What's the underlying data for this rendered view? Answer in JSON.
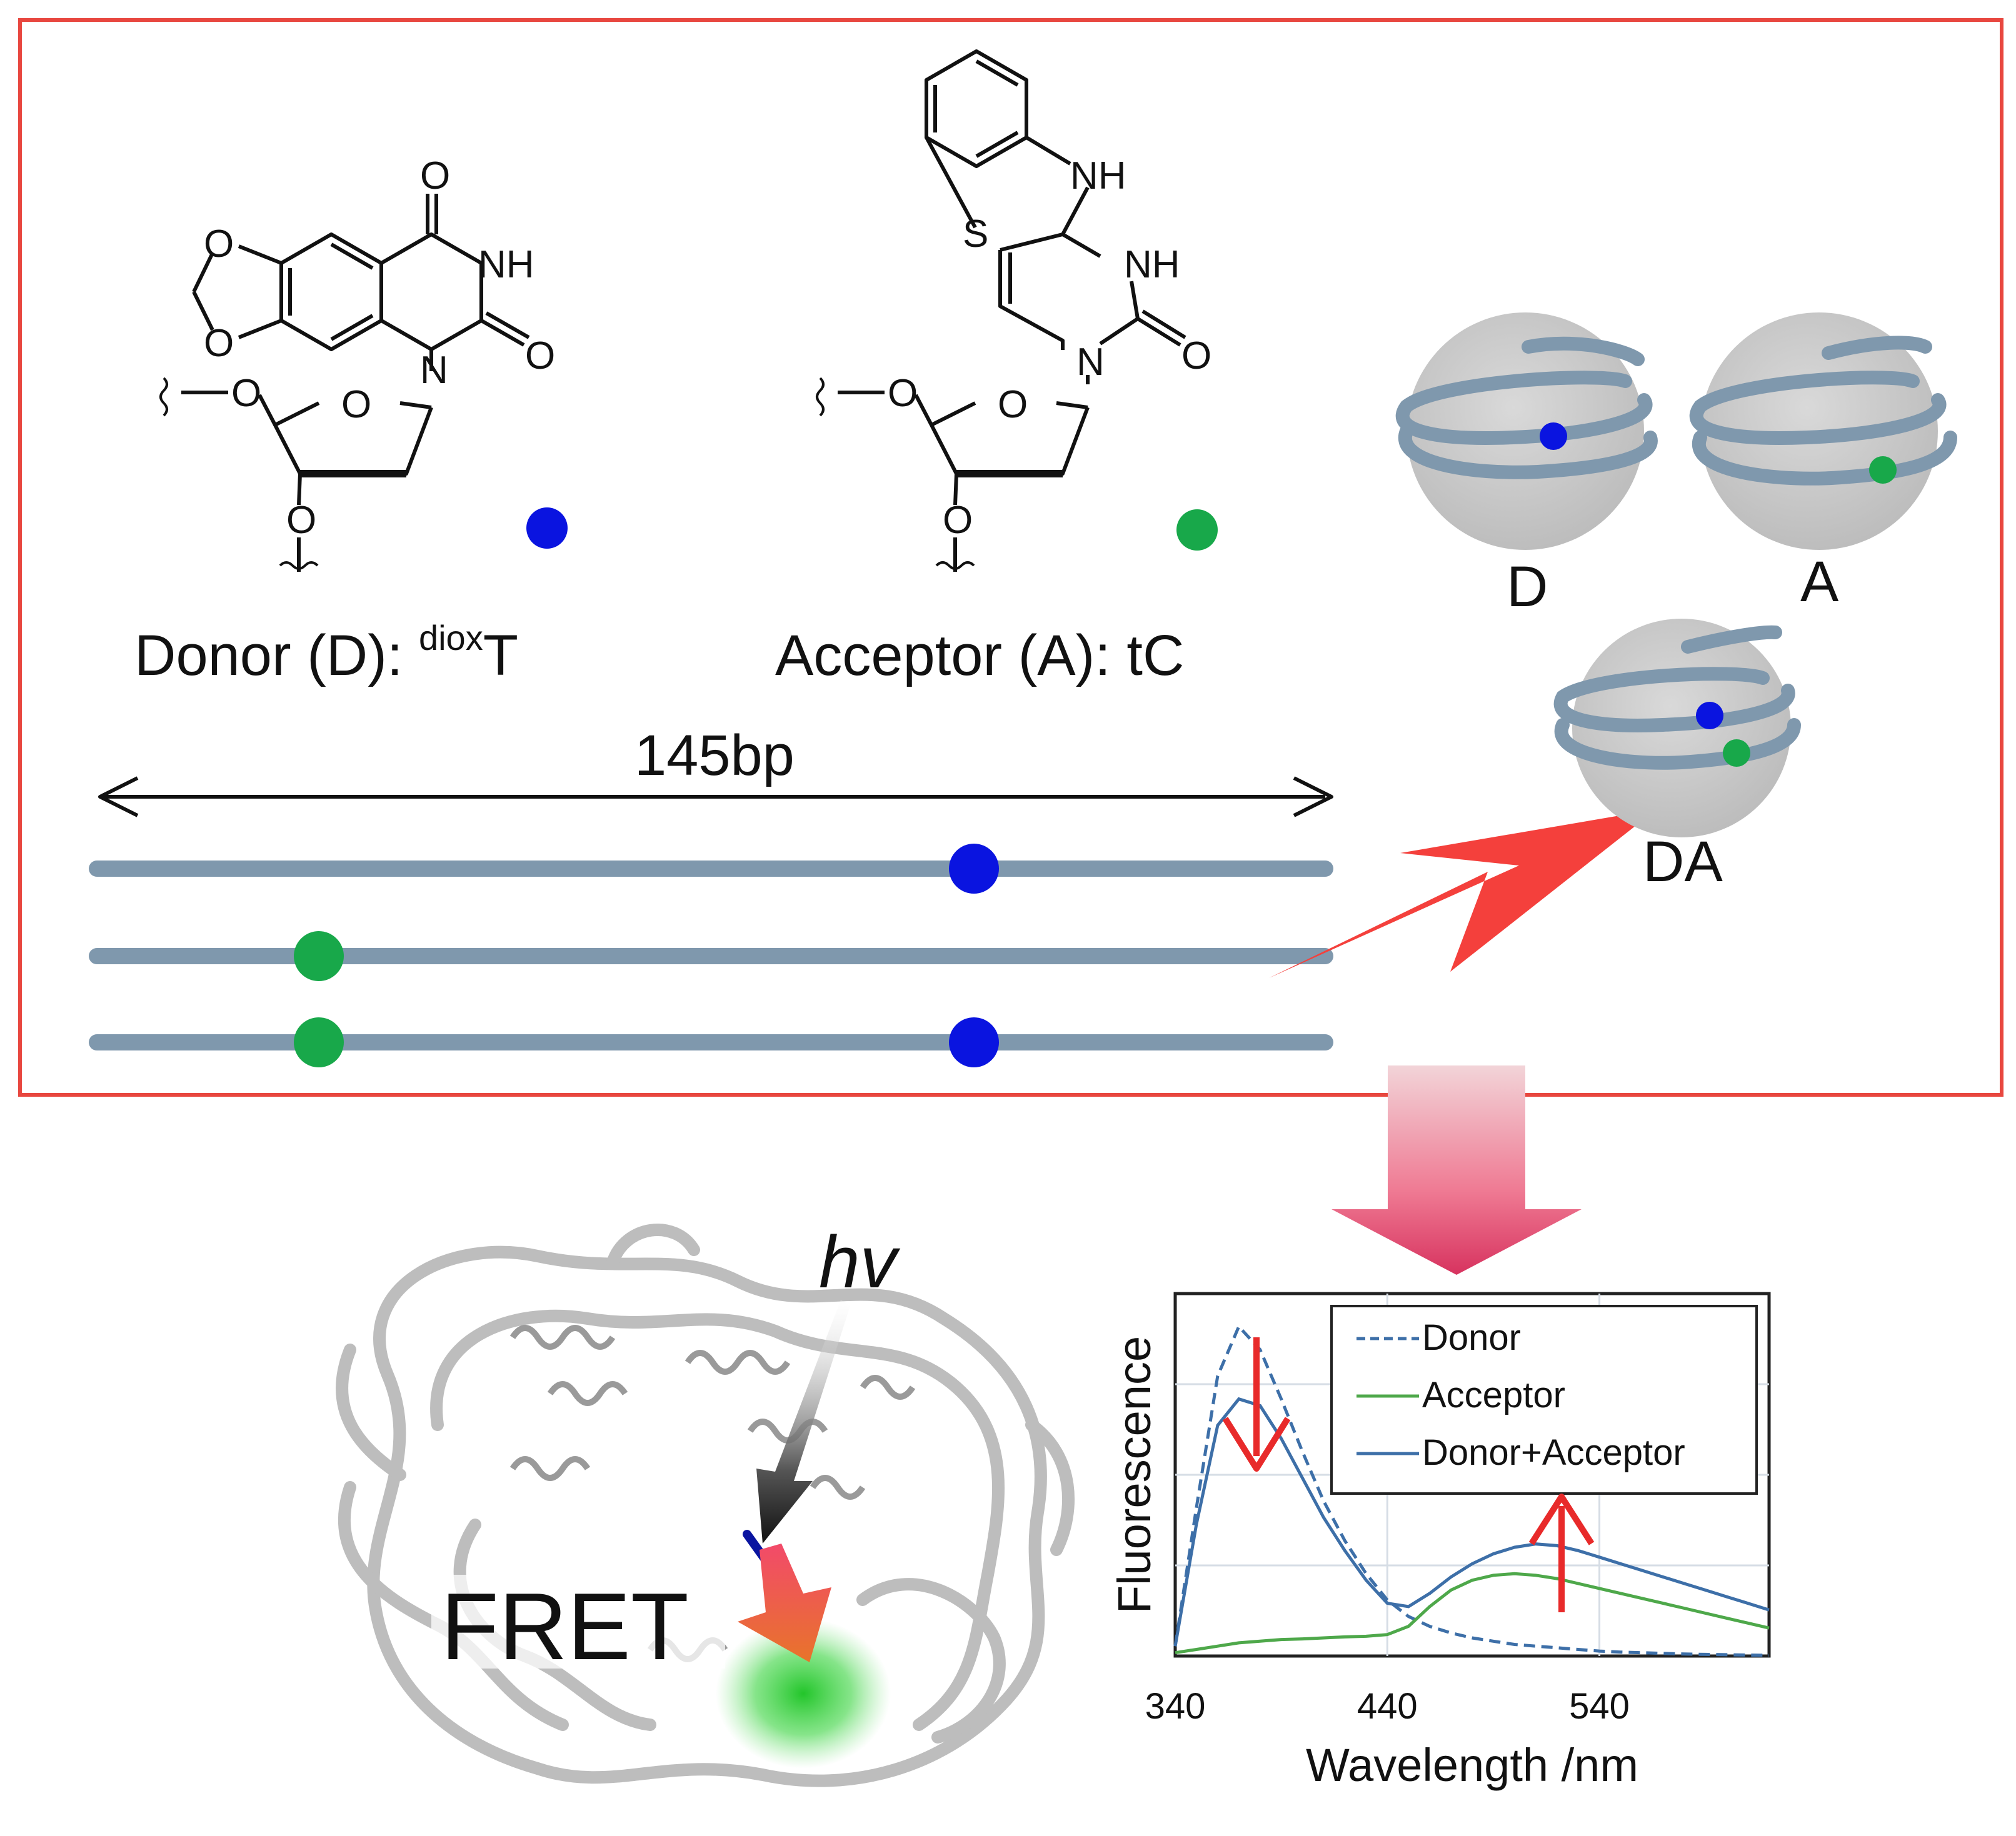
{
  "donor": {
    "label": "Donor (D): ",
    "label_sup": "diox",
    "label_tail": "T",
    "color": "#0a14e0",
    "atoms": {
      "o_top": "O",
      "nh": "NH",
      "o_right": "O",
      "n": "N",
      "o_ring1": "O",
      "o_ring2": "O",
      "o_5": "O",
      "o_sugar": "O",
      "o_3": "O"
    }
  },
  "acceptor": {
    "label": "Acceptor (A): tC",
    "color": "#18a84a",
    "atoms": {
      "nh_top": "NH",
      "s": "S",
      "nh": "NH",
      "o_right": "O",
      "n": "N",
      "o_5": "O",
      "o_sugar": "O",
      "o_3": "O"
    }
  },
  "dna_length": "145bp",
  "dna_color": "#7f98ad",
  "frame_color": "#e8473f",
  "nucleosomes": {
    "d": "D",
    "a": "A",
    "da": "DA"
  },
  "structure": {
    "hv": "hv",
    "fret": "FRET"
  },
  "chart_data": {
    "type": "line",
    "title": "",
    "xlabel": "Wavelength /nm",
    "ylabel": "Fluorescence",
    "xlim": [
      340,
      620
    ],
    "ylim": [
      0,
      1.1
    ],
    "xticks": [
      340,
      440,
      540
    ],
    "grid": true,
    "legend_position": "top-right",
    "series": [
      {
        "name": "Donor",
        "style": "dashed",
        "color": "#3d6fa8",
        "x": [
          340,
          350,
          360,
          370,
          380,
          390,
          400,
          410,
          420,
          430,
          440,
          450,
          460,
          470,
          480,
          490,
          500,
          510,
          520,
          530,
          540,
          550,
          560,
          570,
          580,
          590,
          600,
          610,
          620
        ],
        "values": [
          0.03,
          0.45,
          0.85,
          1.0,
          0.93,
          0.78,
          0.62,
          0.47,
          0.35,
          0.25,
          0.17,
          0.12,
          0.09,
          0.07,
          0.055,
          0.045,
          0.035,
          0.03,
          0.025,
          0.02,
          0.015,
          0.012,
          0.01,
          0.008,
          0.006,
          0.005,
          0.004,
          0.003,
          0.002
        ]
      },
      {
        "name": "Acceptor",
        "style": "solid",
        "color": "#4ea84a",
        "x": [
          340,
          350,
          360,
          370,
          380,
          390,
          400,
          410,
          420,
          430,
          440,
          450,
          460,
          470,
          480,
          490,
          500,
          510,
          520,
          530,
          540,
          550,
          560,
          570,
          580,
          590,
          600,
          610,
          620
        ],
        "values": [
          0.01,
          0.02,
          0.03,
          0.04,
          0.045,
          0.05,
          0.052,
          0.055,
          0.058,
          0.06,
          0.065,
          0.09,
          0.15,
          0.2,
          0.23,
          0.245,
          0.25,
          0.245,
          0.235,
          0.22,
          0.205,
          0.19,
          0.175,
          0.16,
          0.145,
          0.13,
          0.115,
          0.1,
          0.085
        ]
      },
      {
        "name": "Donor+Acceptor",
        "style": "solid",
        "color": "#3d6fa8",
        "x": [
          340,
          350,
          360,
          370,
          380,
          390,
          400,
          410,
          420,
          430,
          440,
          450,
          460,
          470,
          480,
          490,
          500,
          510,
          520,
          530,
          540,
          550,
          560,
          570,
          580,
          590,
          600,
          610,
          620
        ],
        "values": [
          0.03,
          0.4,
          0.7,
          0.78,
          0.76,
          0.66,
          0.54,
          0.42,
          0.32,
          0.23,
          0.16,
          0.15,
          0.19,
          0.24,
          0.28,
          0.31,
          0.33,
          0.34,
          0.335,
          0.32,
          0.3,
          0.28,
          0.26,
          0.24,
          0.22,
          0.2,
          0.18,
          0.16,
          0.14
        ]
      }
    ]
  }
}
